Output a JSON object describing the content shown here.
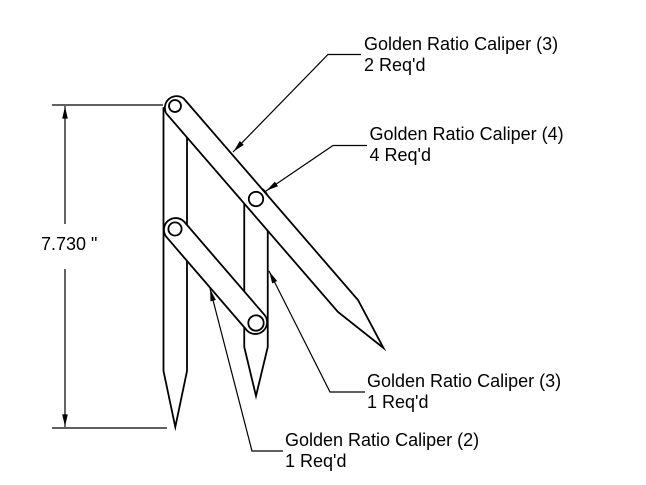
{
  "drawing": {
    "dimension_text": "7.730 \"",
    "callouts": [
      {
        "line1": "Golden Ratio Caliper (3)",
        "line2": "2 Req'd"
      },
      {
        "line1": "Golden Ratio Caliper (4)",
        "line2": "4 Req'd"
      },
      {
        "line1": "Golden Ratio Caliper (3)",
        "line2": "1 Req'd"
      },
      {
        "line1": "Golden Ratio Caliper (2)",
        "line2": "1 Req'd"
      }
    ],
    "parts": [
      "left-leg",
      "middle-leg",
      "short-link-arm",
      "main-diagonal-leg",
      "pivot-hole-top",
      "pivot-hole-middle",
      "pivot-hole-left-lower",
      "pivot-hole-bottom"
    ],
    "colors": {
      "line": "#000000",
      "background": "#ffffff"
    }
  }
}
